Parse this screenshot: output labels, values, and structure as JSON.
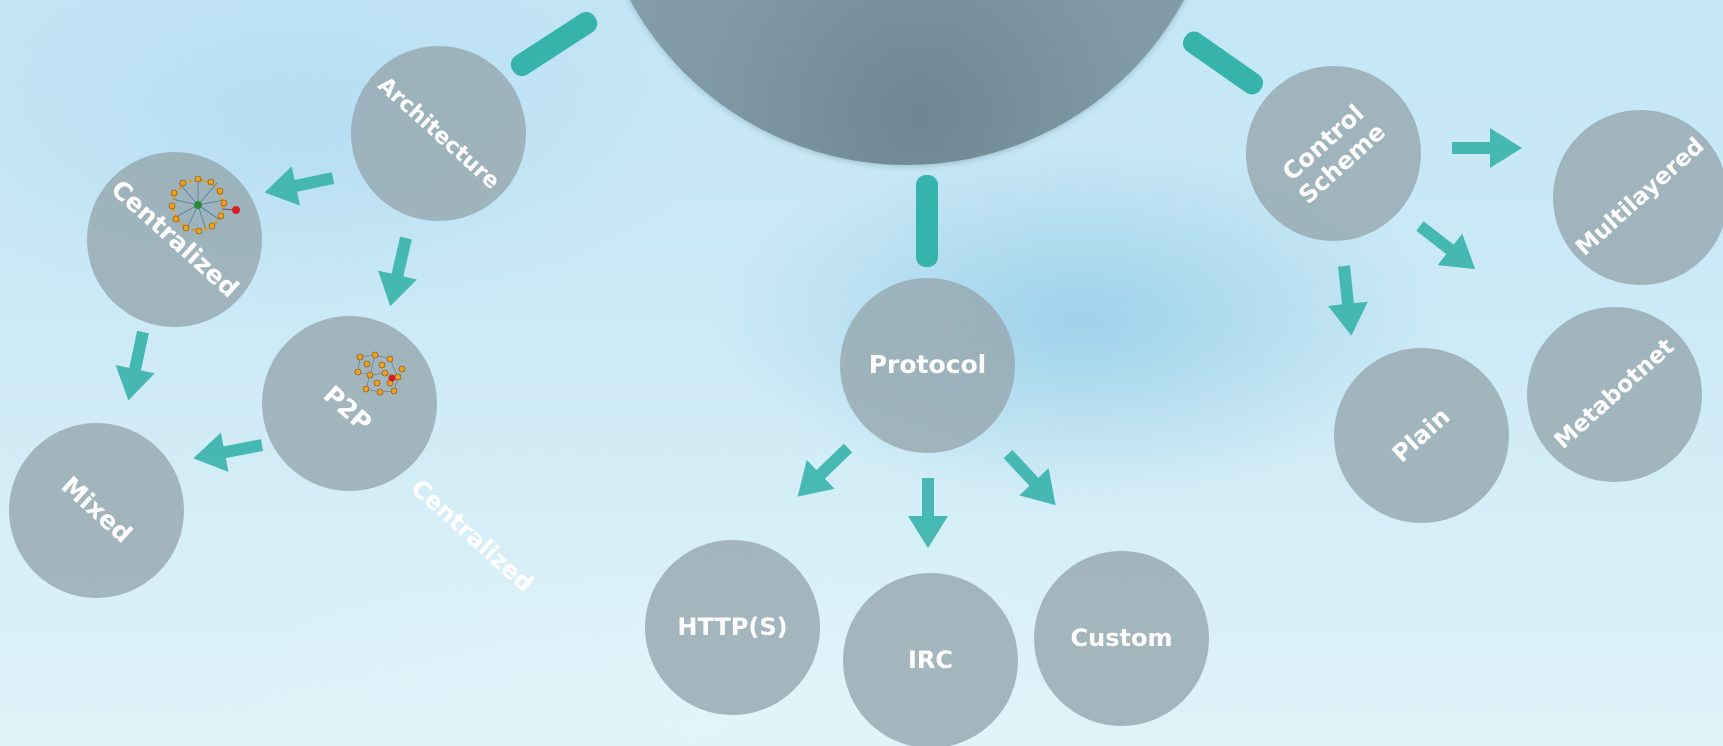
{
  "diagram": {
    "root": {
      "label": ""
    },
    "branches": {
      "architecture": {
        "label": "Architecture",
        "children": {
          "centralized": "Centralized",
          "p2p": "P2P",
          "mixed": "Mixed"
        },
        "p2p_side_label": "Centralized"
      },
      "protocol": {
        "label": "Protocol",
        "children": {
          "https": "HTTP(S)",
          "irc": "IRC",
          "custom": "Custom"
        }
      },
      "control_scheme": {
        "label_line1": "Control",
        "label_line2": "Scheme",
        "children": {
          "multilayered": "Multilayered",
          "plain": "Plain",
          "metabotnet": "Metabotnet"
        }
      }
    },
    "colors": {
      "connector": "#36b3aa",
      "arrow": "#36b3aa",
      "node_fill": "#96a8b0",
      "root_fill": "#7e99a4",
      "label": "#ffffff",
      "icon_node_orange": "#f0a020",
      "icon_node_red": "#d81e1e",
      "icon_hub_green": "#2a8a3a"
    },
    "icons": {
      "centralized": "centralized-network-icon",
      "p2p": "p2p-network-icon"
    }
  }
}
